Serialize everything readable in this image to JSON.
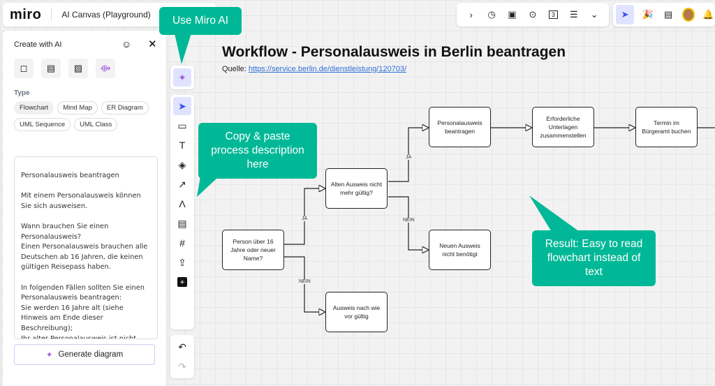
{
  "header": {
    "logo": "miro",
    "board_name": "AI Canvas (Playground)"
  },
  "top_toolbar": {
    "icons": [
      "chevron-right",
      "timer",
      "card-dot",
      "focus",
      "counter-3",
      "notes",
      "more-down"
    ],
    "right_icons": [
      "cursor-select",
      "celebrate",
      "comment",
      "avatar",
      "bell"
    ],
    "counter_label": "3"
  },
  "panel": {
    "title": "Create with AI",
    "icons": [
      "sticky-note",
      "document",
      "image",
      "diagram"
    ],
    "type_label": "Type",
    "types": [
      {
        "label": "Flowchart",
        "selected": true
      },
      {
        "label": "Mind Map"
      },
      {
        "label": "ER Diagram"
      },
      {
        "label": "UML Sequence"
      },
      {
        "label": "UML Class"
      }
    ],
    "prompt_text": "Personalausweis beantragen\n\nMit einem Personalausweis können Sie sich ausweisen.\n\nWann brauchen Sie einen Personalausweis?\nEinen Personalausweis brauchen alle Deutschen ab 16 Jahren, die keinen gültigen Reisepass haben.\n\nIn folgenden Fällen sollten Sie einen Personalausweis beantragen:\nSie werden 16 Jahre alt (siehe Hinweis am Ende dieser Beschreibung);\nIhr alter Personalausweis ist nicht mehr gültig;",
    "generate_label": "Generate diagram"
  },
  "canvas": {
    "title": "Workflow - Personalausweis in Berlin beantragen",
    "source_label": "Quelle:",
    "source_link": "https://service.berlin.de/dienstleistung/120703/",
    "nodes": {
      "start": "Person über 16 Jahre oder neuer Name?",
      "alt": "Alten Ausweis nicht mehr gültig?",
      "beantragen": "Personalausweis beantragen",
      "unterlagen": "Erforderliche Unterlagen zusammenstellen",
      "termin": "Termin im Bürgeramt buchen",
      "neu": "Neuen Ausweis nicht benötigt",
      "gueltig": "Ausweis nach wie vor gültig"
    },
    "edge_labels": {
      "ja": "JA",
      "nein": "NEIN"
    }
  },
  "callouts": {
    "ai": "Use Miro AI",
    "paste": "Copy & paste process description here",
    "result": "Result: Easy to read flowchart instead of text"
  },
  "colors": {
    "callout": "#00b897",
    "accent": "#3a4cf0"
  }
}
